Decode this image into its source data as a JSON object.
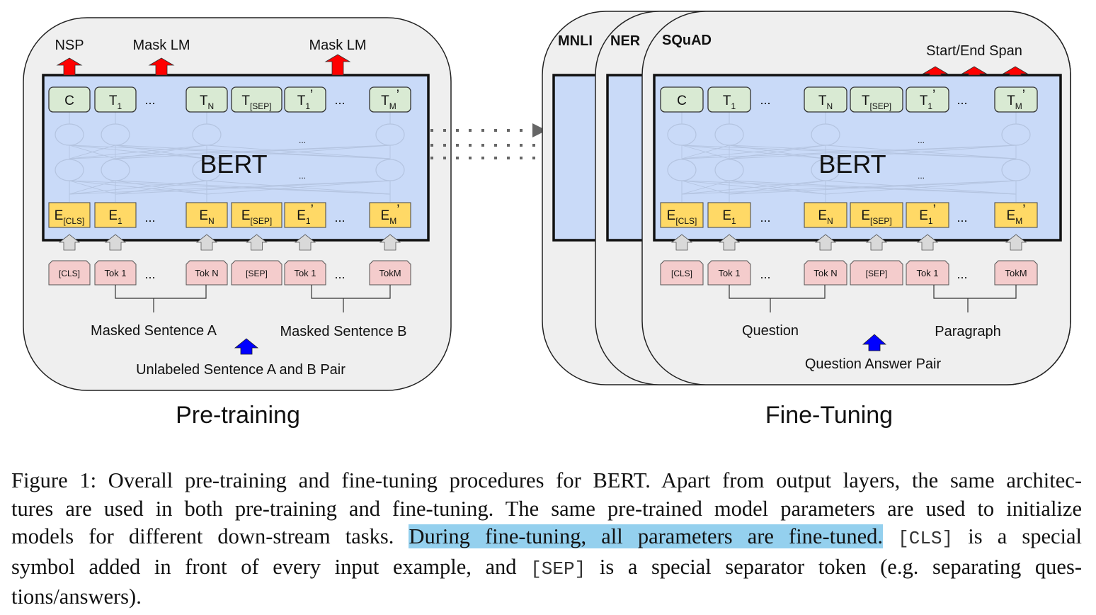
{
  "figure": {
    "pretraining": {
      "title": "Pre-training",
      "model_label": "BERT",
      "outputs": [
        {
          "label": "NSP",
          "at": 0
        },
        {
          "label": "Mask LM",
          "at": 1
        },
        {
          "label": "Mask LM",
          "at": 5
        }
      ],
      "output_tokens": [
        {
          "main": "C",
          "sub": "",
          "prime": ""
        },
        {
          "main": "T",
          "sub": "1",
          "prime": ""
        },
        {
          "main": "T",
          "sub": "N",
          "prime": ""
        },
        {
          "main": "T",
          "sub": "[SEP]",
          "prime": ""
        },
        {
          "main": "T",
          "sub": "1",
          "prime": "’"
        },
        {
          "main": "T",
          "sub": "M",
          "prime": "’"
        }
      ],
      "embeddings": [
        {
          "main": "E",
          "sub": "[CLS]",
          "prime": ""
        },
        {
          "main": "E",
          "sub": "1",
          "prime": ""
        },
        {
          "main": "E",
          "sub": "N",
          "prime": ""
        },
        {
          "main": "E",
          "sub": "[SEP]",
          "prime": ""
        },
        {
          "main": "E",
          "sub": "1",
          "prime": "’"
        },
        {
          "main": "E",
          "sub": "M",
          "prime": "’"
        }
      ],
      "input_tokens": [
        "[CLS]",
        "Tok 1",
        "Tok N",
        "[SEP]",
        "Tok 1",
        "TokM"
      ],
      "ellipsis": "...",
      "segment_a": "Masked Sentence A",
      "segment_b": "Masked Sentence B",
      "input_label": "Unlabeled Sentence A and B Pair"
    },
    "finetuning": {
      "title": "Fine-Tuning",
      "model_label": "BERT",
      "tasks": [
        "MNLI",
        "NER",
        "SQuAD"
      ],
      "output_label": "Start/End Span",
      "output_tokens": [
        {
          "main": "C",
          "sub": "",
          "prime": ""
        },
        {
          "main": "T",
          "sub": "1",
          "prime": ""
        },
        {
          "main": "T",
          "sub": "N",
          "prime": ""
        },
        {
          "main": "T",
          "sub": "[SEP]",
          "prime": ""
        },
        {
          "main": "T",
          "sub": "1",
          "prime": "’"
        },
        {
          "main": "T",
          "sub": "M",
          "prime": "’"
        }
      ],
      "embeddings": [
        {
          "main": "E",
          "sub": "[CLS]",
          "prime": ""
        },
        {
          "main": "E",
          "sub": "1",
          "prime": ""
        },
        {
          "main": "E",
          "sub": "N",
          "prime": ""
        },
        {
          "main": "E",
          "sub": "[SEP]",
          "prime": ""
        },
        {
          "main": "E",
          "sub": "1",
          "prime": "’"
        },
        {
          "main": "E",
          "sub": "M",
          "prime": "’"
        }
      ],
      "input_tokens": [
        "[CLS]",
        "Tok 1",
        "Tok N",
        "[SEP]",
        "Tok 1",
        "TokM"
      ],
      "ellipsis": "...",
      "segment_a": "Question",
      "segment_b": "Paragraph",
      "input_label": "Question Answer Pair"
    },
    "colors": {
      "panel_bg": "#efefef",
      "bert_bg": "#c9daf8",
      "output_token_bg": "#d9ead3",
      "embedding_bg": "#ffd966",
      "input_token_bg": "#f4cccc",
      "output_arrow": "#ff0000",
      "input_arrow": "#0000ff",
      "token_arrow": "#d9d9d9",
      "dotted_arrow": "#666666",
      "highlight": "#94d0ee"
    }
  },
  "caption": {
    "lines": [
      [
        {
          "t": "Figure 1: Overall pre-training and fine-tuning procedures for BERT. Apart from output layers, the same architec-"
        }
      ],
      [
        {
          "t": "tures are used in both pre-training and fine-tuning. The same pre-trained model parameters are used to initialize"
        }
      ],
      [
        {
          "t": "models for different down-stream tasks. "
        },
        {
          "t": "During fine-tuning, all parameters are fine-tuned.",
          "style": "hl"
        },
        {
          "t": " "
        },
        {
          "t": "[CLS]",
          "style": "mono"
        },
        {
          "t": " is a special"
        }
      ],
      [
        {
          "t": "symbol added in front of every input example, and "
        },
        {
          "t": "[SEP]",
          "style": "mono"
        },
        {
          "t": " is a special separator token (e.g. separating ques-"
        }
      ],
      [
        {
          "t": "tions/answers)."
        }
      ]
    ]
  }
}
